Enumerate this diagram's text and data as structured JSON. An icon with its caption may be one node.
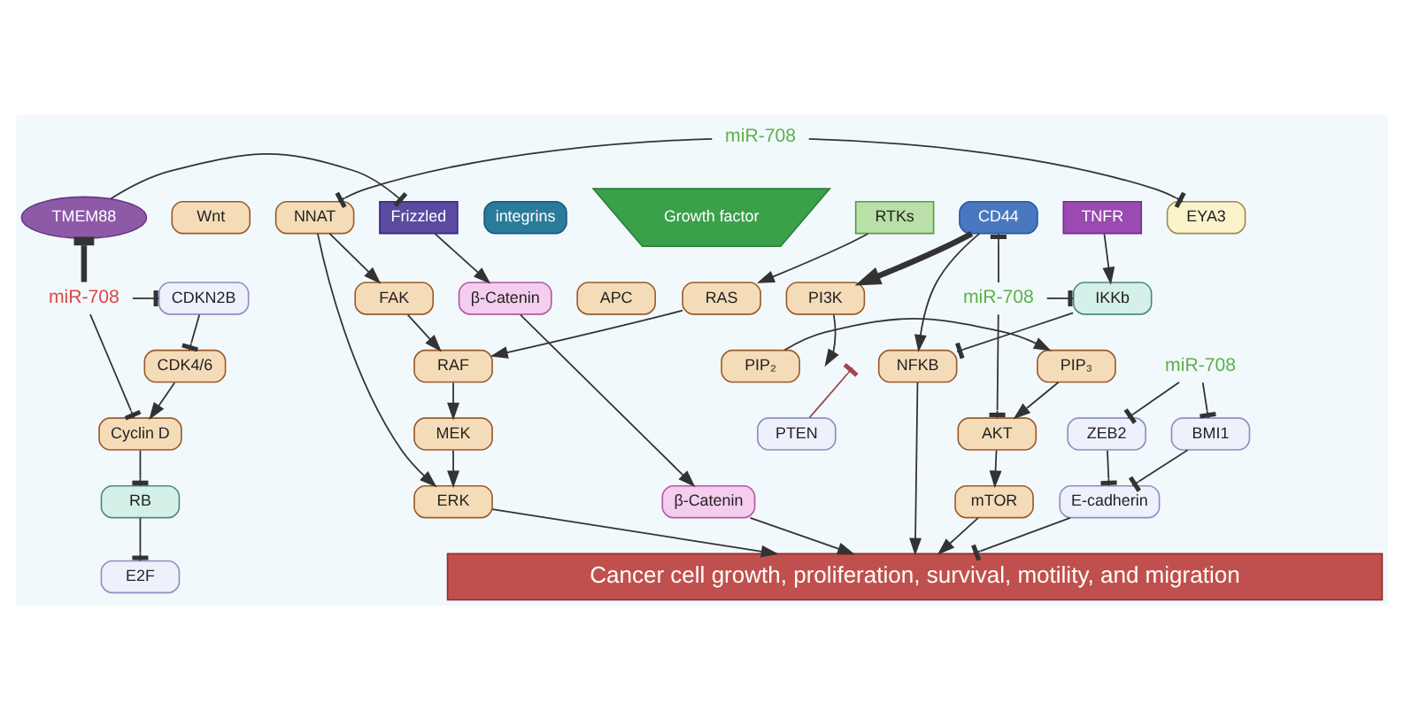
{
  "diagram": {
    "nodes": [
      {
        "text": [
          "TMEM88"
        ]
      },
      {
        "text": [
          "Wnt"
        ]
      },
      {
        "text": [
          "Frizzled"
        ]
      },
      {
        "text": [
          "integrins"
        ]
      },
      {
        "text": [
          "Growth factor"
        ]
      },
      {
        "text": [
          "RTKs"
        ]
      },
      {
        "text": [
          "CD44"
        ]
      },
      {
        "text": [
          "TNFR"
        ]
      },
      {
        "text": [
          "miR-708"
        ]
      },
      {
        "text": [
          "CDKN2B"
        ]
      },
      {
        "text": [
          "CDK4/6"
        ]
      },
      {
        "text": [
          "Cyclin D"
        ]
      },
      {
        "text": [
          "RB"
        ]
      },
      {
        "text": [
          "E2F"
        ]
      },
      {
        "text": [
          "β-Catenin"
        ]
      },
      {
        "text": [
          "APC"
        ]
      },
      {
        "text": [
          "β-Catenin"
        ]
      },
      {
        "text": [
          "FAK"
        ]
      },
      {
        "text": [
          "NNAT"
        ]
      },
      {
        "text": [
          "miR-708"
        ]
      },
      {
        "text": [
          "EYA3"
        ]
      },
      {
        "text": [
          "RAS"
        ]
      },
      {
        "text": [
          "RAF"
        ]
      },
      {
        "text": [
          "MEK"
        ]
      },
      {
        "text": [
          "ERK"
        ]
      },
      {
        "text": [
          "miR-708"
        ]
      },
      {
        "text": [
          "ZEB2"
        ]
      },
      {
        "text": [
          "BMI1"
        ]
      },
      {
        "text": [
          "E-cadherin"
        ]
      },
      {
        "text": [
          "PI3K"
        ]
      },
      {
        "text": [
          "PIP₂"
        ]
      },
      {
        "text": [
          "PTEN"
        ]
      },
      {
        "text": [
          "PIP₃"
        ]
      },
      {
        "text": [
          "miR-708"
        ]
      },
      {
        "text": [
          "AKT"
        ]
      },
      {
        "text": [
          "mTOR"
        ]
      },
      {
        "text": [
          "IKKb"
        ]
      },
      {
        "text": [
          "NFKB"
        ]
      },
      {
        "text": [
          "Cancer cell growth, proliferation, survival, motility, and migration"
        ]
      }
    ],
    "edges": [
      {
        "from": 0,
        "to": 2,
        "arrow": "other"
      },
      {
        "from": 8,
        "to": 0,
        "arrow": "other",
        "style": "thick"
      },
      {
        "from": 8,
        "to": 9,
        "arrow": "other"
      },
      {
        "from": 8,
        "to": 11,
        "arrow": "other"
      },
      {
        "from": 9,
        "to": 10,
        "arrow": "other"
      },
      {
        "from": 10,
        "to": 11,
        "arrow": "to"
      },
      {
        "from": 11,
        "to": 12,
        "arrow": "other"
      },
      {
        "from": 12,
        "to": 13,
        "arrow": "other"
      },
      {
        "from": 2,
        "to": 14,
        "arrow": "to"
      },
      {
        "from": 14,
        "to": 16,
        "arrow": "to"
      },
      {
        "from": 16,
        "to": 38,
        "arrow": "to"
      },
      {
        "from": 18,
        "to": 17,
        "arrow": "to"
      },
      {
        "from": 17,
        "to": 22,
        "arrow": "to"
      },
      {
        "from": 18,
        "to": 24,
        "arrow": "to"
      },
      {
        "from": 19,
        "to": 18,
        "arrow": "other"
      },
      {
        "from": 19,
        "to": 20,
        "arrow": "other"
      },
      {
        "from": 5,
        "to": 21,
        "arrow": "to"
      },
      {
        "from": 21,
        "to": 22,
        "arrow": "to"
      },
      {
        "from": 22,
        "to": 23,
        "arrow": "to"
      },
      {
        "from": 23,
        "to": 24,
        "arrow": "to"
      },
      {
        "from": 24,
        "to": 38,
        "arrow": "to"
      },
      {
        "from": 25,
        "to": 26,
        "arrow": "other"
      },
      {
        "from": 25,
        "to": 27,
        "arrow": "other"
      },
      {
        "from": 26,
        "to": 28,
        "arrow": "other"
      },
      {
        "from": 27,
        "to": 28,
        "arrow": "other"
      },
      {
        "from": 28,
        "to": 38,
        "arrow": "other"
      },
      {
        "from": 6,
        "to": 29,
        "arrow": "to",
        "style": "thick"
      },
      {
        "from": 29,
        "to": null,
        "arrow": "to"
      },
      {
        "from": 30,
        "to": 32,
        "arrow": "to"
      },
      {
        "from": 31,
        "to": null,
        "arrow": "other",
        "color": "#a04848"
      },
      {
        "from": 32,
        "to": 34,
        "arrow": "to"
      },
      {
        "from": 33,
        "to": 6,
        "arrow": "other"
      },
      {
        "from": 33,
        "to": 34,
        "arrow": "other"
      },
      {
        "from": 33,
        "to": 36,
        "arrow": "other"
      },
      {
        "from": 6,
        "to": 37,
        "arrow": "to"
      },
      {
        "from": 7,
        "to": 36,
        "arrow": "to"
      },
      {
        "from": 36,
        "to": 37,
        "arrow": "other"
      },
      {
        "from": 34,
        "to": 35,
        "arrow": "to"
      },
      {
        "from": 35,
        "to": 38,
        "arrow": "to"
      },
      {
        "from": 37,
        "to": 38,
        "arrow": "to"
      }
    ]
  }
}
